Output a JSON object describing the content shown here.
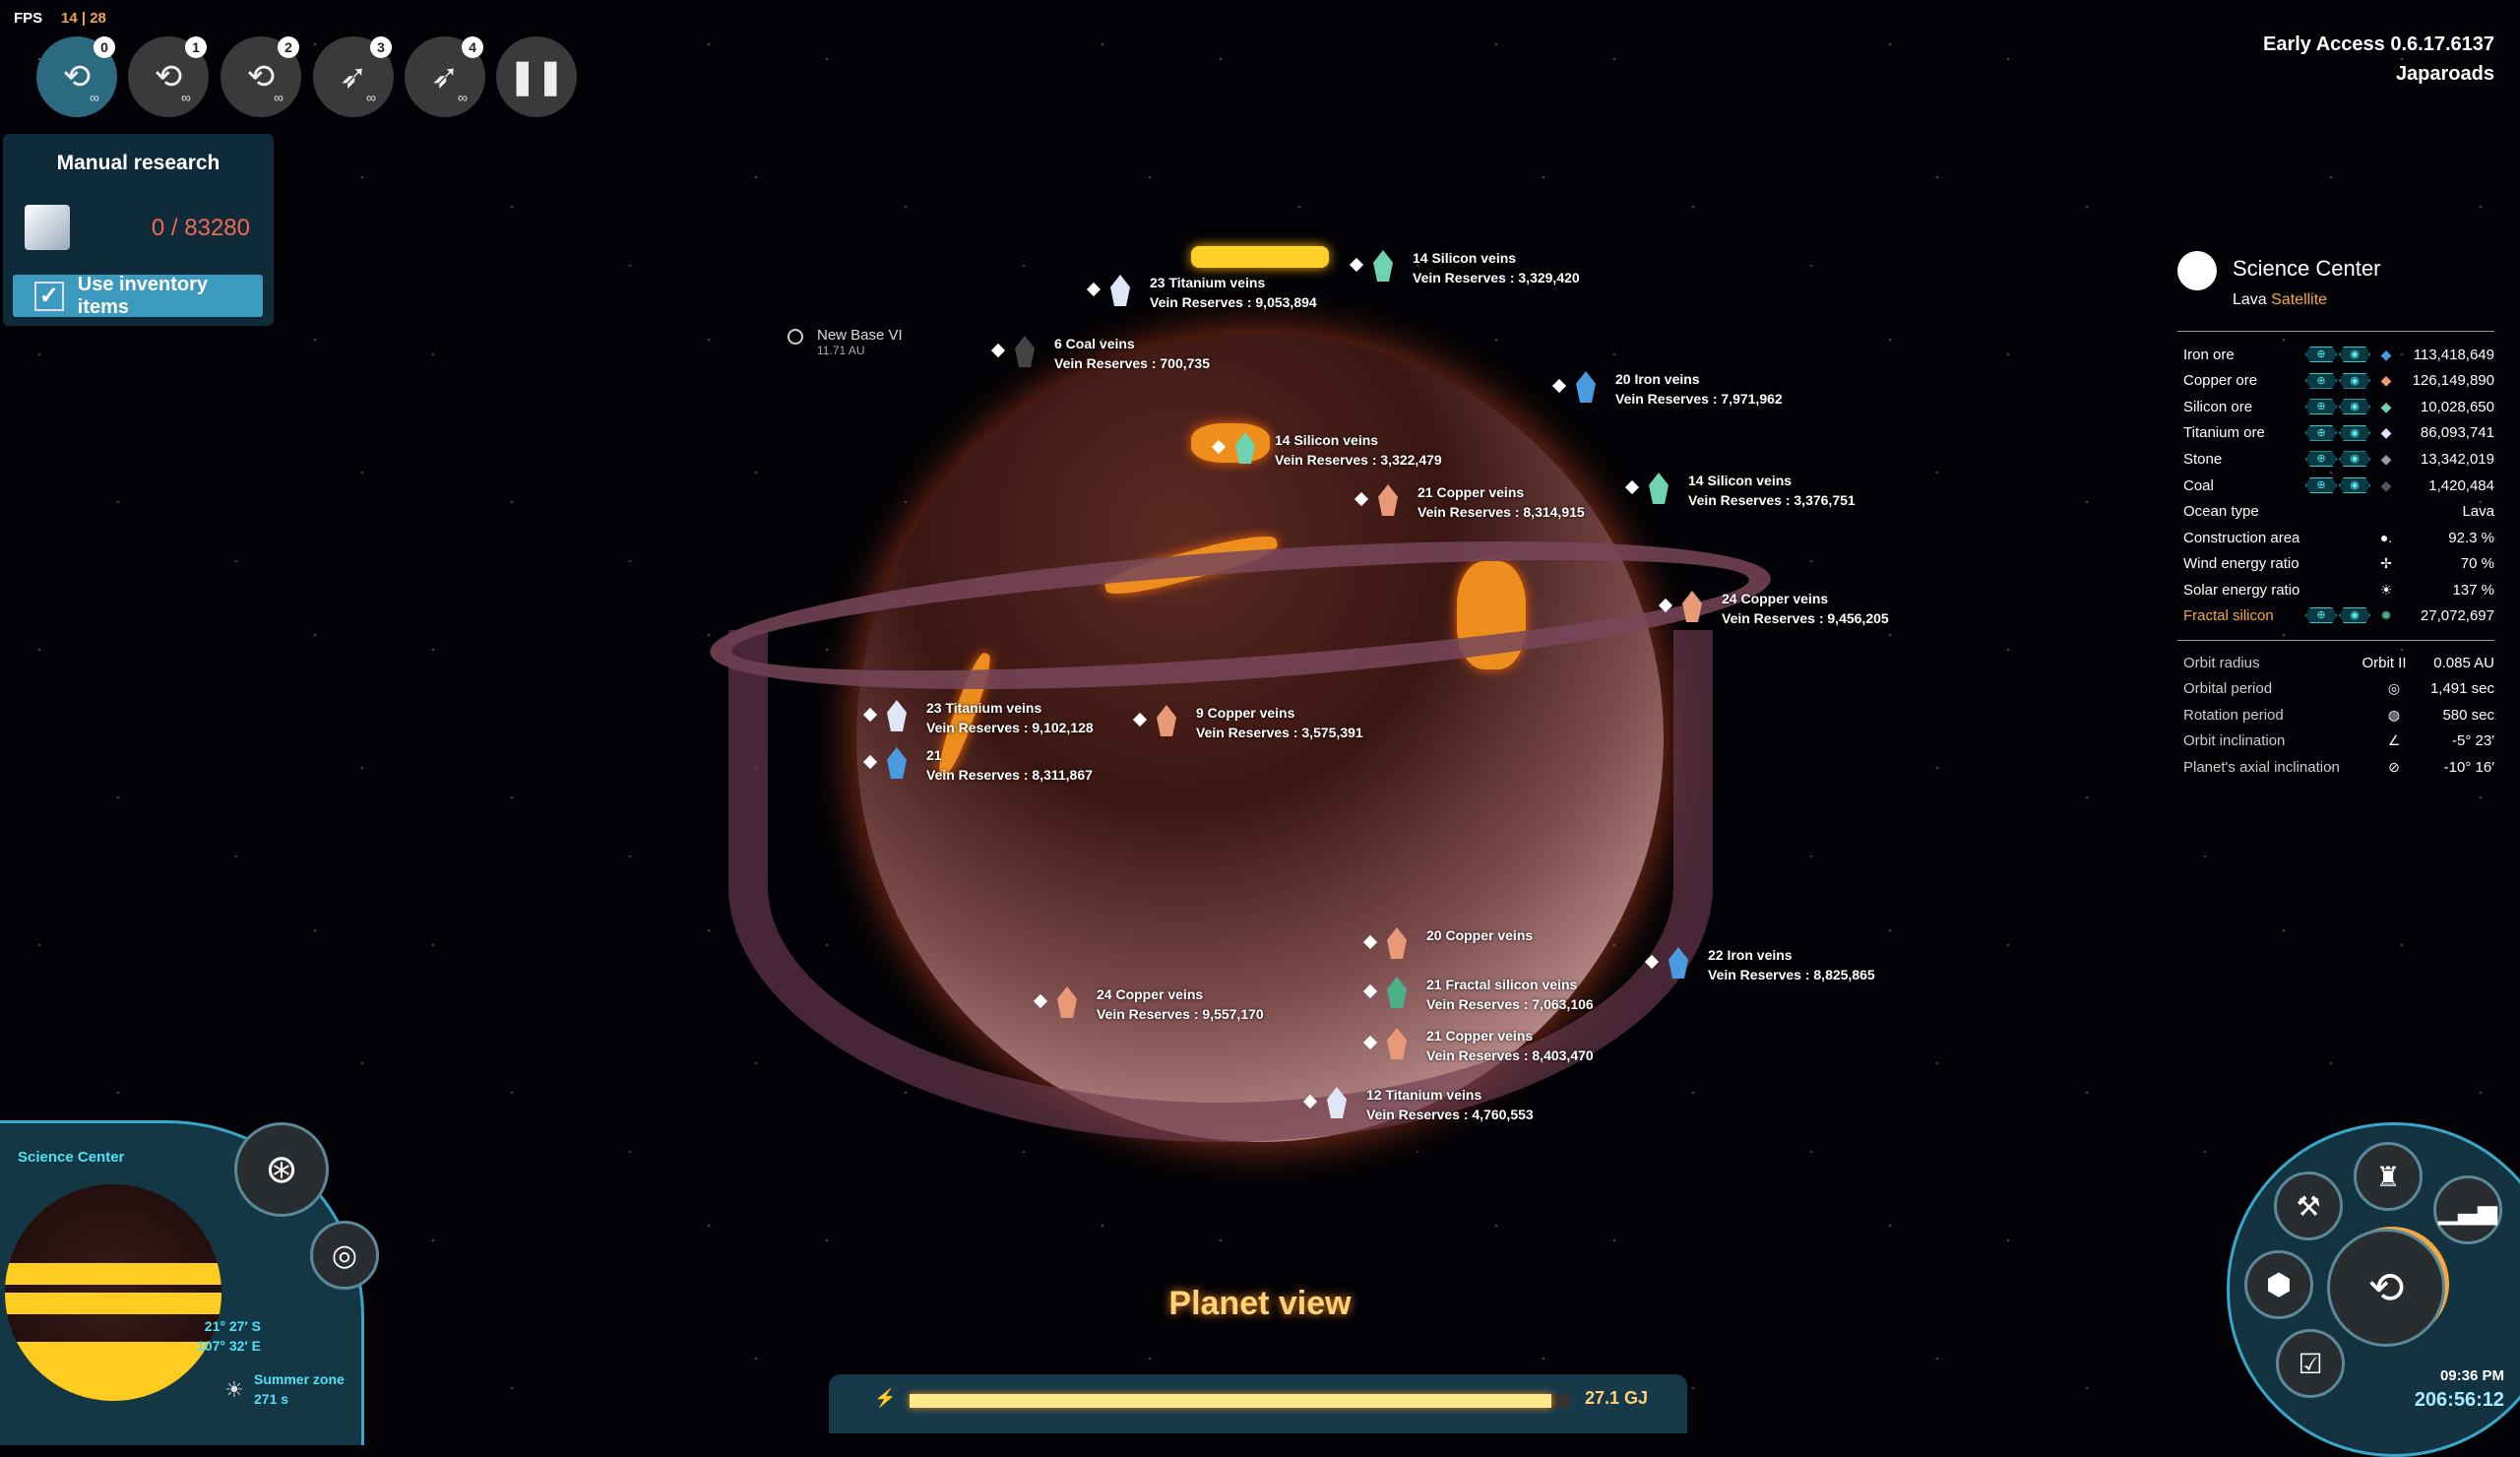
{
  "fps": {
    "label": "FPS",
    "value": "14 | 28"
  },
  "toolbar": {
    "buttons": [
      {
        "num": "0",
        "icon": "research-matrix-icon",
        "inf": "∞",
        "active": true
      },
      {
        "num": "1",
        "icon": "research-matrix-icon",
        "inf": "∞"
      },
      {
        "num": "2",
        "icon": "research-matrix-icon",
        "inf": "∞"
      },
      {
        "num": "3",
        "icon": "drill-ship-icon",
        "inf": "∞"
      },
      {
        "num": "4",
        "icon": "drill-ship-icon",
        "inf": "∞"
      }
    ],
    "pause_icon": "pause-icon"
  },
  "research": {
    "title": "Manual research",
    "count": "0 / 83280",
    "use_label": "Use inventory items",
    "checked": true
  },
  "version": {
    "build": "Early Access 0.6.17.6137",
    "user": "Japaroads"
  },
  "new_base": {
    "name": "New Base VI",
    "distance": "11.71 AU"
  },
  "veins": [
    {
      "name": "23 Titanium veins",
      "reserves": "Vein Reserves : 9,053,894",
      "color": "#dfe6f5"
    },
    {
      "name": "14 Silicon veins",
      "reserves": "Vein Reserves : 3,329,420",
      "color": "#6fd3b0"
    },
    {
      "name": "6 Coal veins",
      "reserves": "Vein Reserves : 700,735",
      "color": "#444"
    },
    {
      "name": "20 Iron veins",
      "reserves": "Vein Reserves : 7,971,962",
      "color": "#4a9be0"
    },
    {
      "name": "14 Silicon veins",
      "reserves": "Vein Reserves : 3,322,479",
      "color": "#6fd3b0"
    },
    {
      "name": "21 Copper veins",
      "reserves": "Vein Reserves : 8,314,915",
      "color": "#e89a78"
    },
    {
      "name": "14 Silicon veins",
      "reserves": "Vein Reserves : 3,376,751",
      "color": "#6fd3b0"
    },
    {
      "name": "24 Copper veins",
      "reserves": "Vein Reserves : 9,456,205",
      "color": "#e89a78"
    },
    {
      "name": "23 Titanium veins",
      "reserves": "Vein Reserves : 9,102,128",
      "color": "#dfe6f5"
    },
    {
      "name": "21",
      "reserves": "Vein Reserves : 8,311,867",
      "color": "#4a9be0"
    },
    {
      "name": "9 Copper veins",
      "reserves": "Vein Reserves : 3,575,391",
      "color": "#e89a78"
    },
    {
      "name": "24 Copper veins",
      "reserves": "Vein Reserves : 9,557,170",
      "color": "#e89a78"
    },
    {
      "name": "20 Copper veins",
      "reserves": "",
      "color": "#e89a78"
    },
    {
      "name": "21 Fractal silicon veins",
      "reserves": "Vein Reserves : 7,063,106",
      "color": "#4caf88"
    },
    {
      "name": "22 Iron veins",
      "reserves": "Vein Reserves : 8,825,865",
      "color": "#4a9be0"
    },
    {
      "name": "21 Copper veins",
      "reserves": "Vein Reserves : 8,403,470",
      "color": "#e89a78"
    },
    {
      "name": "12 Titanium veins",
      "reserves": "Vein Reserves : 4,760,553",
      "color": "#dfe6f5"
    }
  ],
  "planet_info": {
    "name": "Science Center",
    "type_a": "Lava",
    "type_b": "Satellite",
    "resources": [
      {
        "label": "Iron ore",
        "value": "113,418,649"
      },
      {
        "label": "Copper ore",
        "value": "126,149,890"
      },
      {
        "label": "Silicon ore",
        "value": "10,028,650"
      },
      {
        "label": "Titanium ore",
        "value": "86,093,741"
      },
      {
        "label": "Stone",
        "value": "13,342,019"
      },
      {
        "label": "Coal",
        "value": "1,420,484"
      }
    ],
    "ocean": {
      "label": "Ocean type",
      "value": "Lava"
    },
    "construction": {
      "label": "Construction area",
      "value": "92.3 %"
    },
    "wind": {
      "label": "Wind energy ratio",
      "value": "70 %"
    },
    "solar": {
      "label": "Solar energy ratio",
      "value": "137 %"
    },
    "fractal": {
      "label": "Fractal silicon",
      "value": "27,072,697"
    },
    "orbit": [
      {
        "label": "Orbit radius",
        "mid": "Orbit II",
        "value": "0.085 AU"
      },
      {
        "label": "Orbital period",
        "icon": "orbit-icon",
        "value": "1,491 sec"
      },
      {
        "label": "Rotation period",
        "icon": "planet-rotation-icon",
        "value": "580 sec"
      },
      {
        "label": "Orbit inclination",
        "icon": "angle-icon",
        "value": "-5° 23′"
      },
      {
        "label": "Planet's axial inclination",
        "icon": "axial-tilt-icon",
        "value": "-10° 16′"
      }
    ]
  },
  "minimap": {
    "title": "Science Center",
    "lat": "21°  27′  S",
    "lon": "107°  32′  E",
    "zone": "Summer zone",
    "zone_time": "271 s"
  },
  "view_label": "Planet view",
  "energy": {
    "value": "27.1 GJ",
    "fill_fraction": 0.97
  },
  "clock": {
    "time": "09:36 PM",
    "playtime": "206:56:12"
  }
}
